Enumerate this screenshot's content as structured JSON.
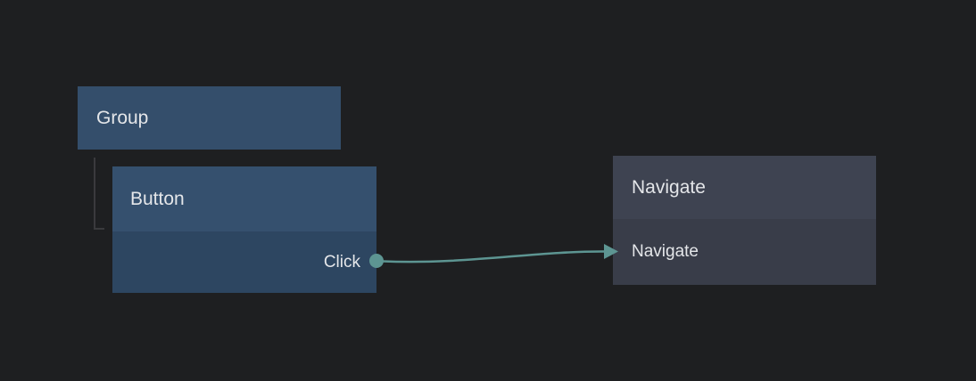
{
  "canvas": {
    "background": "#1e1f21"
  },
  "nodes": {
    "group": {
      "title": "Group",
      "bg": "#344e6b"
    },
    "button": {
      "title": "Button",
      "header_bg": "#35506e",
      "body_bg": "#2d4661",
      "output_port": {
        "label": "Click",
        "color": "#5d9592"
      }
    },
    "navigate": {
      "title": "Navigate",
      "header_bg": "#3e4351",
      "body_bg": "#393d49",
      "input_label": "Navigate"
    }
  },
  "tree_connector": {
    "color": "#3a3a3d"
  },
  "edge": {
    "from_port_label": "Click",
    "to_node_title": "Navigate",
    "color": "#5d9592"
  }
}
